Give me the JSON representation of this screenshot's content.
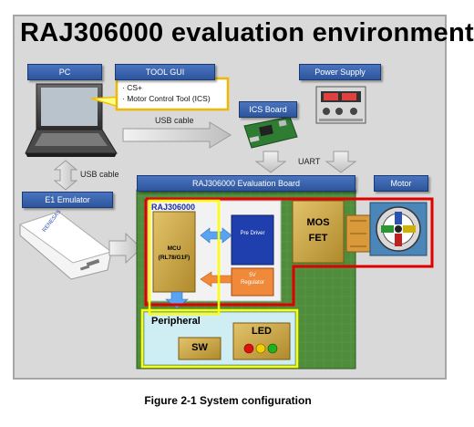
{
  "title": "RAJ306000 evaluation environment",
  "caption": "Figure 2-1 System configuration",
  "headers": {
    "pc": "PC",
    "tool_gui": "TOOL GUI",
    "power_supply": "Power Supply",
    "ics_board": "ICS Board",
    "e1_emulator": "E1 Emulator",
    "eval_board": "RAJ306000 Evaluation Board",
    "motor": "Motor"
  },
  "tool_gui_items": [
    "CS+",
    "Motor Control Tool (ICS)"
  ],
  "connections": {
    "usb_cable_top": "USB cable",
    "usb_cable_left": "USB cable",
    "uart": "UART"
  },
  "board": {
    "chip_label": "RAJ306000",
    "mcu_line1": "MCU",
    "mcu_line2": "(RL78/G1F)",
    "pre_driver": "Pre Driver",
    "regulator_line1": "5V",
    "regulator_line2": "Regulator",
    "mosfet_line1": "MOS",
    "mosfet_line2": "FET",
    "peripheral": "Peripheral",
    "sw": "SW",
    "led": "LED"
  },
  "emulator_brand": "RENESAS",
  "colors": {
    "header_blue": "#3a63ad",
    "board_green": "#4e8a3a",
    "highlight_red": "#e00000",
    "highlight_yellow": "#ffff00",
    "mcu_gold": "#c9a544",
    "driver_blue": "#1f3fb0",
    "regulator_orange": "#f08a3a",
    "led_red": "#e01010",
    "led_yellow": "#f0d000",
    "led_green": "#20b020"
  }
}
